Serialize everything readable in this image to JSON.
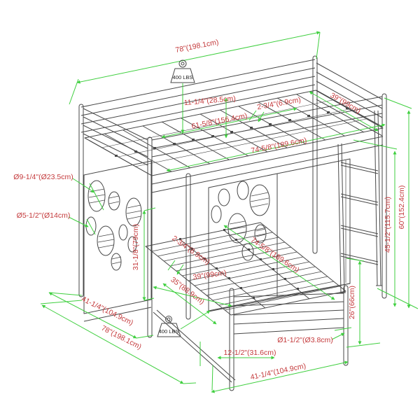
{
  "diagram": {
    "title": "bunk-bed-dimension-drawing",
    "colors": {
      "dimension_line": "#3fcf3f",
      "label_text": "#c43a3c",
      "line_art": "#474747",
      "background": "#ffffff"
    }
  },
  "labels": {
    "top_length": "78\"(198.1cm)",
    "badge_top": "400 LBS",
    "guardrail_height": "11-1/4\"(28.5cm)",
    "slat_spacing_top": "2-3/4\"(6.9cm)",
    "slat_span_top": "61-5/8\"(156.4cm)",
    "top_width": "39\"(99cm)",
    "slat_length_top": "74-5/8\"(189.6cm)",
    "overall_height": "60\"(152.4cm)",
    "under_height": "45-1/2\"(115.7cm)",
    "large_hole": "Ø9-1/4\"(Ø23.5cm)",
    "small_hole": "Ø5-1/2\"(Ø14cm)",
    "panel_height": "31-1/8\"(79cm)",
    "slat_spacing_bottom": "2-3/4\"(6.9cm)",
    "slat_length_bottom": "74-5/8\"(189.6cm)",
    "bottom_width": "39\"(99cm)",
    "clearance": "35\"(88.9cm)",
    "side_depth": "41-1/4\"(104.9cm)",
    "floor_length": "78\"(198.1cm)",
    "leg_inset": "12-1/2\"(31.6cm)",
    "footboard_width": "41-1/4\"(104.9cm)",
    "leg_diameter": "Ø1-1/2\"(Ø3.8cm)",
    "footboard_height": "26\"(66cm)",
    "badge_bottom": "400 LBS"
  }
}
